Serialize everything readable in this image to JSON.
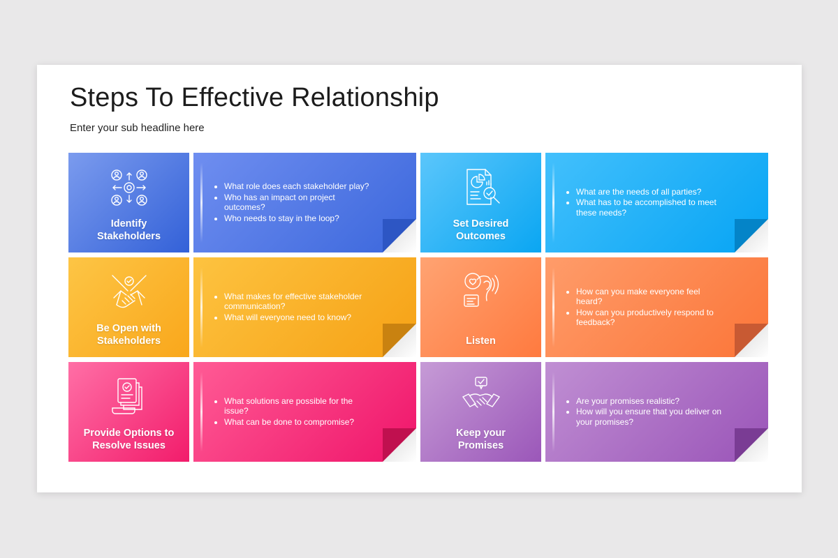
{
  "slide": {
    "title": "Steps To Effective Relationship",
    "subtitle": "Enter your sub headline here"
  },
  "steps": [
    {
      "label": "Identify\nStakeholders",
      "icon": "stakeholder-network-icon",
      "color": "#4a73e0",
      "bullets": [
        "What role does each stakeholder play?",
        "Who has an impact on project outcomes?",
        "Who needs to stay in the loop?"
      ]
    },
    {
      "label": "Set Desired\nOutcomes",
      "icon": "report-search-icon",
      "color": "#12abf3",
      "bullets": [
        "What are the needs of all parties?",
        "What has to be accomplished to meet these needs?"
      ]
    },
    {
      "label": "Be Open with\nStakeholders",
      "icon": "handshake-icon",
      "color": "#fbb22c",
      "bullets": [
        "What makes for effective stakeholder communication?",
        "What will everyone need to know?"
      ]
    },
    {
      "label": "Listen",
      "icon": "listening-ear-icon",
      "color": "#ff8a50",
      "bullets": [
        "How can you make everyone feel heard?",
        "How can you productively respond to feedback?"
      ]
    },
    {
      "label": "Provide Options to\nResolve Issues",
      "icon": "approved-documents-icon",
      "color": "#f62e7a",
      "bullets": [
        "What solutions are possible for the issue?",
        "What can be done to compromise?"
      ]
    },
    {
      "label": "Keep your\nPromises",
      "icon": "promise-handshake-icon",
      "color": "#ad6fc5",
      "bullets": [
        "Are your promises realistic?",
        "How will you ensure that you deliver on your promises?"
      ]
    }
  ]
}
